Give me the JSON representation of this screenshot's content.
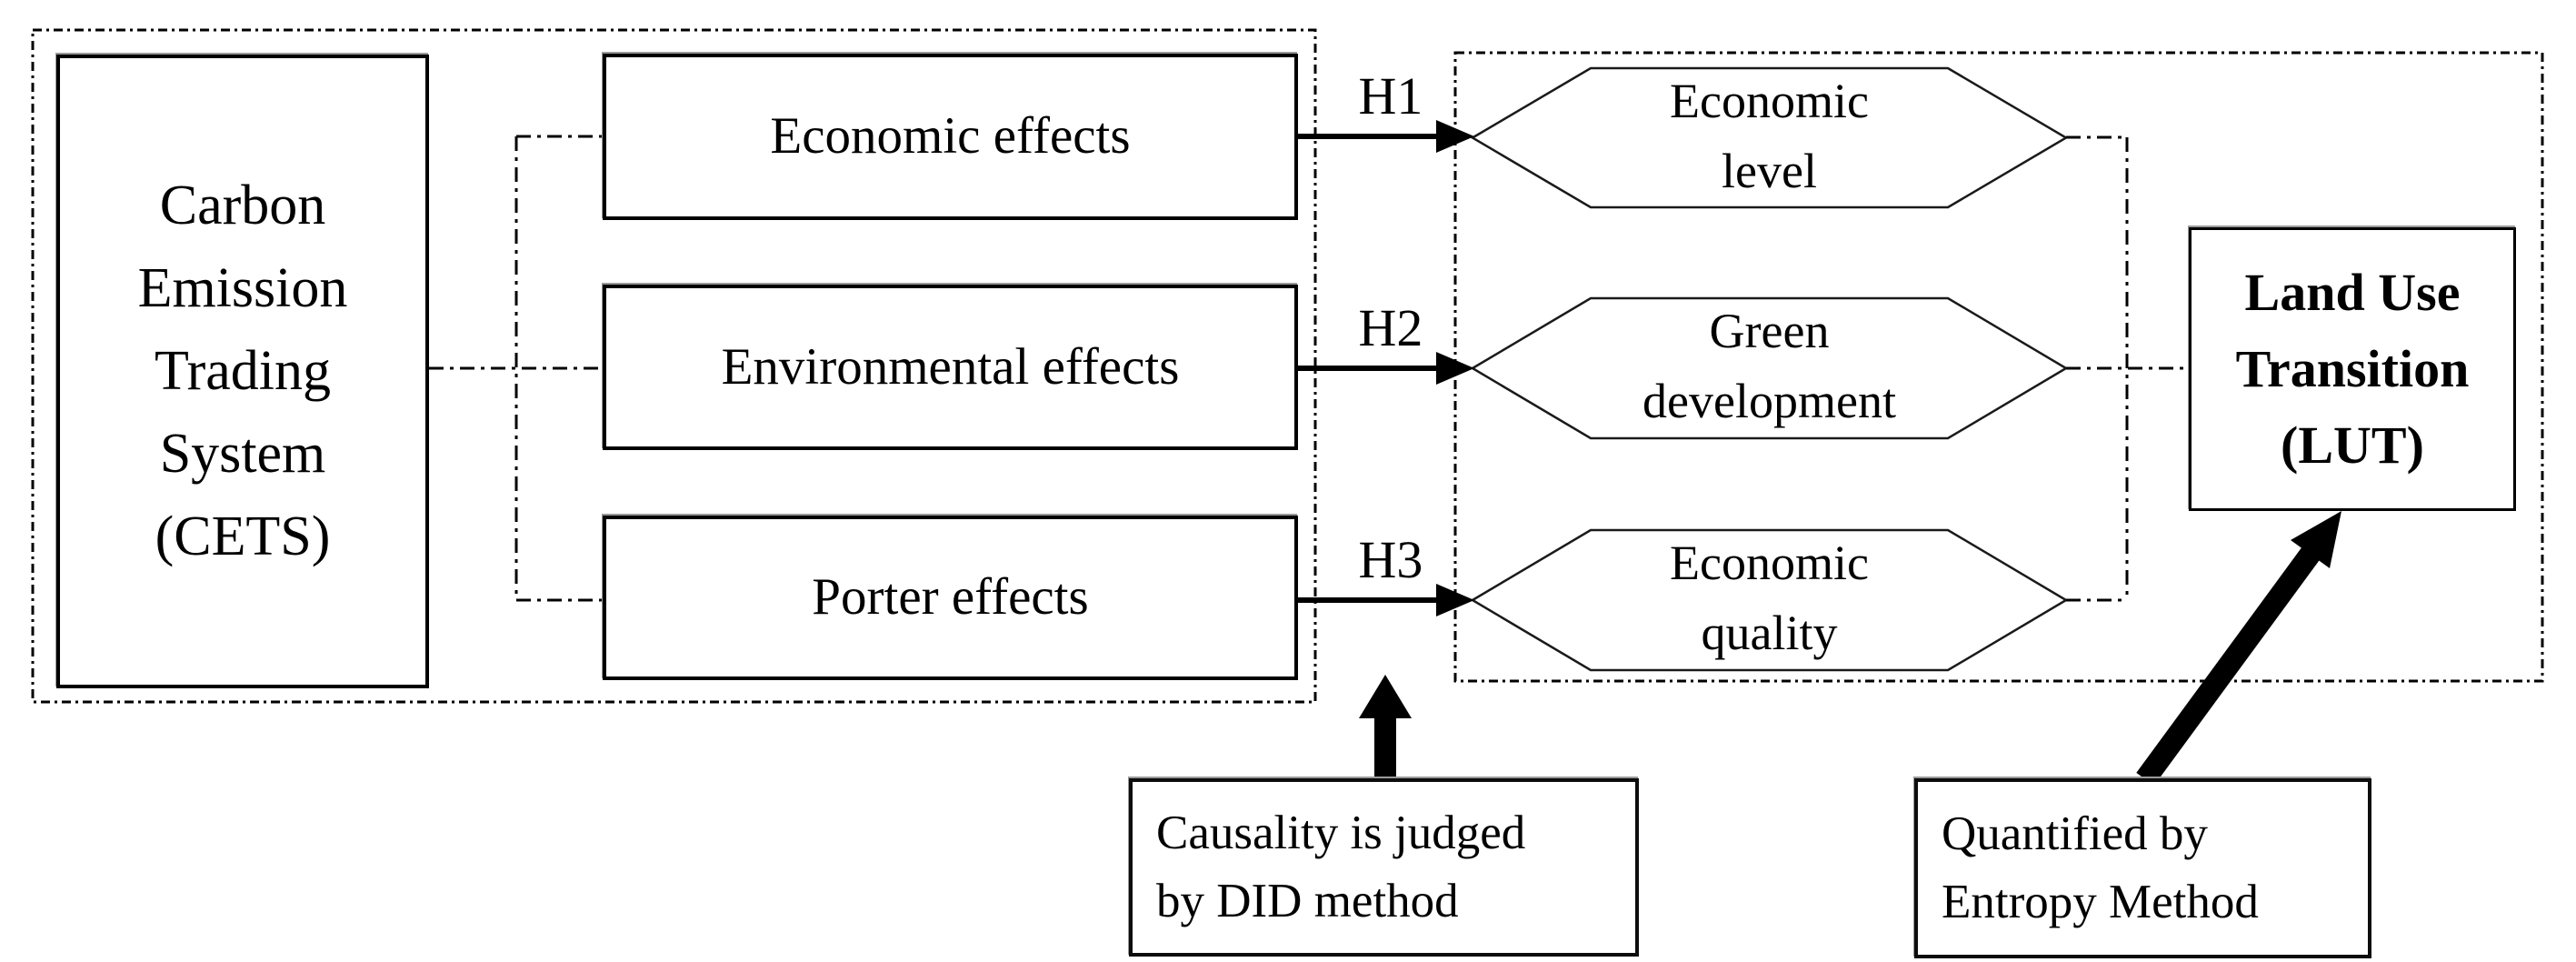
{
  "diagram": {
    "source_node": {
      "label": "Carbon\nEmission\nTrading\nSystem\n(CETS)"
    },
    "effects": [
      {
        "label": "Economic effects",
        "hypothesis": "H1",
        "outcome": "Economic\nlevel"
      },
      {
        "label": "Environmental effects",
        "hypothesis": "H2",
        "outcome": "Green\ndevelopment"
      },
      {
        "label": "Porter effects",
        "hypothesis": "H3",
        "outcome": "Economic\nquality"
      }
    ],
    "target_node": {
      "label": "Land Use\nTransition\n(LUT)"
    },
    "annotations": {
      "did": {
        "label": "Causality is judged\nby DID method"
      },
      "entropy": {
        "label": "Quantified by\nEntropy Method"
      }
    },
    "colors": {
      "line": "#000000",
      "background": "#ffffff",
      "box_border": "#000000"
    }
  }
}
